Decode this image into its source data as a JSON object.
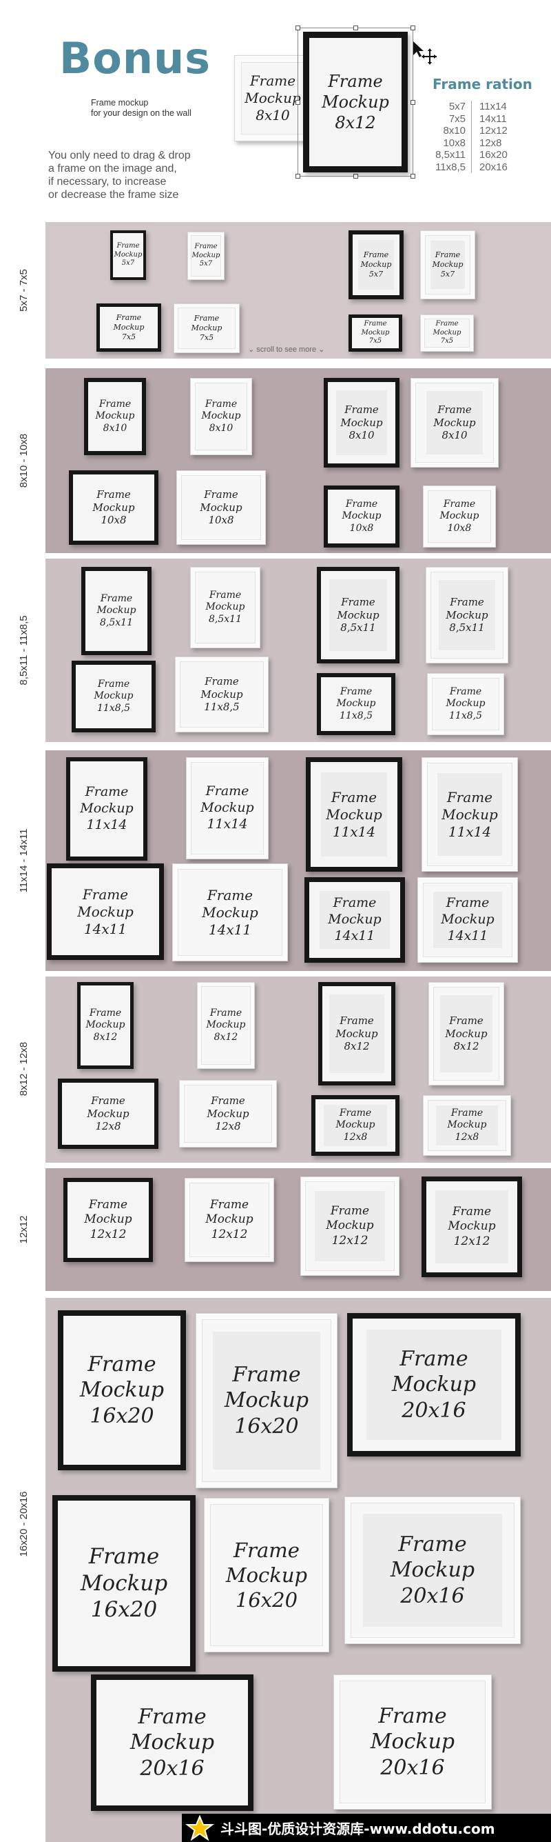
{
  "header": {
    "title": "Bonus",
    "subtitle": [
      "Frame mockup",
      "for your design on the wall"
    ],
    "instructions": [
      "You only need to drag & drop",
      "a frame on the image and,",
      "if necessary, to increase",
      "or decrease the frame size"
    ],
    "ratio_title": "Frame ration",
    "ratios_left": [
      "5x7",
      "7x5",
      "8x10",
      "10x8",
      "8,5x11",
      "11x8,5"
    ],
    "ratios_right": [
      "11x14",
      "14x11",
      "12x12",
      "12x8",
      "16x20",
      "20x16"
    ],
    "demo_frames": [
      {
        "line1": "Frame",
        "line2": "Mockup",
        "size": "8x10"
      },
      {
        "line1": "Frame",
        "line2": "Mockup",
        "size": "8x12"
      }
    ]
  },
  "sections": [
    {
      "label": "5x7 - 7x5",
      "scroll_hint": "scroll to see more",
      "frames": [
        {
          "line1": "Frame",
          "line2": "Mockup",
          "size": "5x7"
        },
        {
          "line1": "Frame",
          "line2": "Mockup",
          "size": "5x7"
        },
        {
          "line1": "Frame",
          "line2": "Mockup",
          "size": "5x7"
        },
        {
          "line1": "Frame",
          "line2": "Mockup",
          "size": "5x7"
        },
        {
          "line1": "Frame",
          "line2": "Mockup",
          "size": "7x5"
        },
        {
          "line1": "Frame",
          "line2": "Mockup",
          "size": "7x5"
        },
        {
          "line1": "Frame",
          "line2": "Mockup",
          "size": "7x5"
        },
        {
          "line1": "Frame",
          "line2": "Mockup",
          "size": "7x5"
        }
      ]
    },
    {
      "label": "8x10 - 10x8",
      "frames": [
        {
          "line1": "Frame",
          "line2": "Mockup",
          "size": "8x10"
        },
        {
          "line1": "Frame",
          "line2": "Mockup",
          "size": "8x10"
        },
        {
          "line1": "Frame",
          "line2": "Mockup",
          "size": "8x10"
        },
        {
          "line1": "Frame",
          "line2": "Mockup",
          "size": "8x10"
        },
        {
          "line1": "Frame",
          "line2": "Mockup",
          "size": "10x8"
        },
        {
          "line1": "Frame",
          "line2": "Mockup",
          "size": "10x8"
        },
        {
          "line1": "Frame",
          "line2": "Mockup",
          "size": "10x8"
        },
        {
          "line1": "Frame",
          "line2": "Mockup",
          "size": "10x8"
        }
      ]
    },
    {
      "label": "8,5x11 - 11x8,5",
      "frames": [
        {
          "line1": "Frame",
          "line2": "Mockup",
          "size": "8,5x11"
        },
        {
          "line1": "Frame",
          "line2": "Mockup",
          "size": "8,5x11"
        },
        {
          "line1": "Frame",
          "line2": "Mockup",
          "size": "8,5x11"
        },
        {
          "line1": "Frame",
          "line2": "Mockup",
          "size": "8,5x11"
        },
        {
          "line1": "Frame",
          "line2": "Mockup",
          "size": "11x8,5"
        },
        {
          "line1": "Frame",
          "line2": "Mockup",
          "size": "11x8,5"
        },
        {
          "line1": "Frame",
          "line2": "Mockup",
          "size": "11x8,5"
        },
        {
          "line1": "Frame",
          "line2": "Mockup",
          "size": "11x8,5"
        }
      ]
    },
    {
      "label": "11x14 - 14x11",
      "frames": [
        {
          "line1": "Frame",
          "line2": "Mockup",
          "size": "11x14"
        },
        {
          "line1": "Frame",
          "line2": "Mockup",
          "size": "11x14"
        },
        {
          "line1": "Frame",
          "line2": "Mockup",
          "size": "11x14"
        },
        {
          "line1": "Frame",
          "line2": "Mockup",
          "size": "11x14"
        },
        {
          "line1": "Frame",
          "line2": "Mockup",
          "size": "14x11"
        },
        {
          "line1": "Frame",
          "line2": "Mockup",
          "size": "14x11"
        },
        {
          "line1": "Frame",
          "line2": "Mockup",
          "size": "14x11"
        },
        {
          "line1": "Frame",
          "line2": "Mockup",
          "size": "14x11"
        }
      ]
    },
    {
      "label": "8x12 - 12x8",
      "frames": [
        {
          "line1": "Frame",
          "line2": "Mockup",
          "size": "8x12"
        },
        {
          "line1": "Frame",
          "line2": "Mockup",
          "size": "8x12"
        },
        {
          "line1": "Frame",
          "line2": "Mockup",
          "size": "8x12"
        },
        {
          "line1": "Frame",
          "line2": "Mockup",
          "size": "8x12"
        },
        {
          "line1": "Frame",
          "line2": "Mockup",
          "size": "12x8"
        },
        {
          "line1": "Frame",
          "line2": "Mockup",
          "size": "12x8"
        },
        {
          "line1": "Frame",
          "line2": "Mockup",
          "size": "12x8"
        },
        {
          "line1": "Frame",
          "line2": "Mockup",
          "size": "12x8"
        }
      ]
    },
    {
      "label": "12x12",
      "frames": [
        {
          "line1": "Frame",
          "line2": "Mockup",
          "size": "12x12"
        },
        {
          "line1": "Frame",
          "line2": "Mockup",
          "size": "12x12"
        },
        {
          "line1": "Frame",
          "line2": "Mockup",
          "size": "12x12"
        },
        {
          "line1": "Frame",
          "line2": "Mockup",
          "size": "12x12"
        }
      ]
    },
    {
      "label": "16x20 - 20x16",
      "frames": [
        {
          "line1": "Frame",
          "line2": "Mockup",
          "size": "16x20"
        },
        {
          "line1": "Frame",
          "line2": "Mockup",
          "size": "16x20"
        },
        {
          "line1": "Frame",
          "line2": "Mockup",
          "size": "20x16"
        },
        {
          "line1": "Frame",
          "line2": "Mockup",
          "size": "16x20"
        },
        {
          "line1": "Frame",
          "line2": "Mockup",
          "size": "16x20"
        },
        {
          "line1": "Frame",
          "line2": "Mockup",
          "size": "20x16"
        },
        {
          "line1": "Frame",
          "line2": "Mockup",
          "size": "20x16"
        },
        {
          "line1": "Frame",
          "line2": "Mockup",
          "size": "20x16"
        }
      ]
    }
  ],
  "banner": {
    "text": "斗斗图-优质设计资源库-www.ddotu.com"
  },
  "icons": {
    "move_cursor": "move-cursor-icon",
    "star": "star-icon",
    "scroll_chevron": "chevron-down-icon"
  },
  "colors": {
    "accent": "#4f8a9e",
    "banner_bg": "#000000",
    "star": "#f5c400"
  }
}
